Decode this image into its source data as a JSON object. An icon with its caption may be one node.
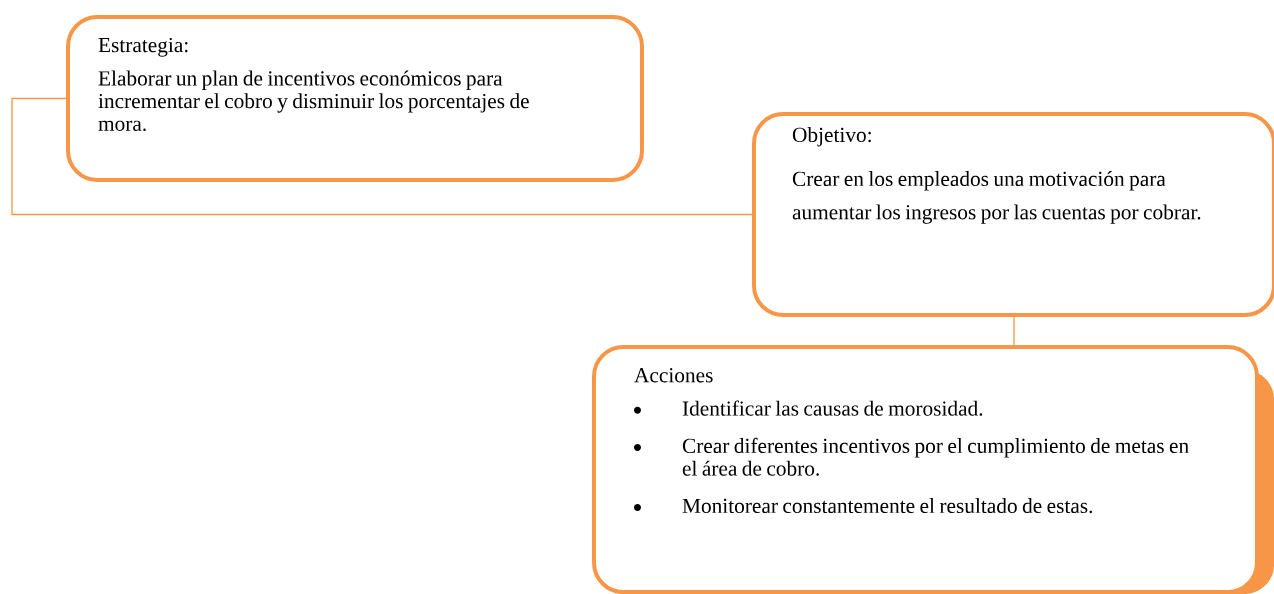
{
  "diagram": {
    "nodes": [
      {
        "text": [
          "Estrategia:",
          "Elaborar un plan de incentivos económicos para incrementar el cobro y disminuir los porcentajes de mora."
        ]
      },
      {
        "text": [
          "Objetivo:",
          "Crear en los empleados una motivación para aumentar los ingresos por las cuentas por cobrar."
        ]
      },
      {
        "text": [
          "Acciones",
          "Identificar las causas de morosidad.",
          "Crear diferentes incentivos por el cumplimiento de metas en el área de cobro.",
          "Monitorear constantemente el resultado de estas."
        ]
      }
    ],
    "edges": [
      {
        "from": 0,
        "to": 1,
        "arrow": "none"
      },
      {
        "from": 1,
        "to": 2,
        "arrow": "none"
      }
    ]
  }
}
